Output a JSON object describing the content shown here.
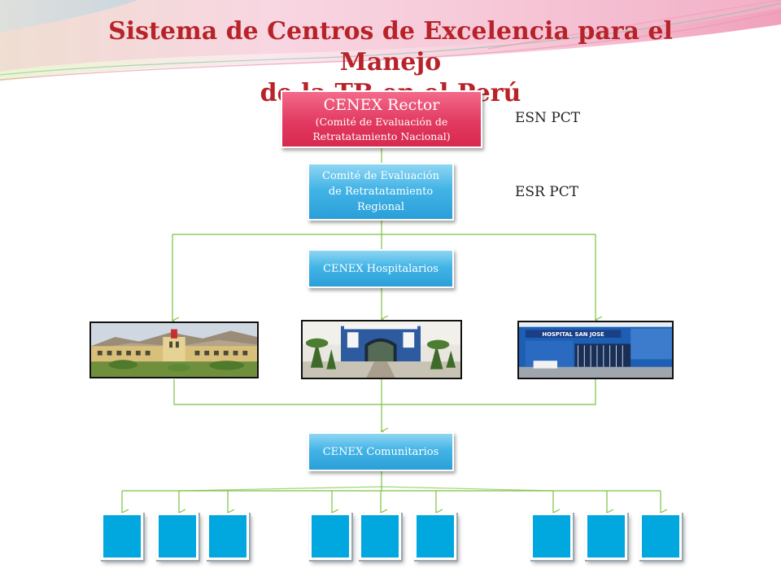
{
  "title": {
    "line1": "Sistema de Centros de Excelencia para el Manejo",
    "line2": "de la TB en el Perú"
  },
  "nodes": {
    "rector": {
      "label": "CENEX Rector",
      "sublabel_line1": "(Comité de Evaluación de",
      "sublabel_line2": "Retratatamiento Nacional)"
    },
    "regional": {
      "line1": "Comité de Evaluación",
      "line2": "de Retratatamiento",
      "line3": "Regional"
    },
    "hospitalarios": {
      "label": "CENEX Hospitalarios"
    },
    "comunitarios": {
      "label": "CENEX Comunitarios"
    }
  },
  "side_labels": {
    "esn": "ESN PCT",
    "esr": "ESR PCT"
  },
  "photos": [
    {
      "name": "hospital-building-photo-1"
    },
    {
      "name": "hospital-gate-photo-2",
      "sign_text": ""
    },
    {
      "name": "hospital-san-jose-photo-3",
      "sign_text": "HOSPITAL SAN JOSE"
    }
  ],
  "community_centers_count": 9,
  "colors": {
    "title": "#b8232a",
    "rector_box": "#e23a61",
    "blue_box": "#2a9fd8",
    "community_square": "#00a8df",
    "connector": "#7cc142"
  }
}
